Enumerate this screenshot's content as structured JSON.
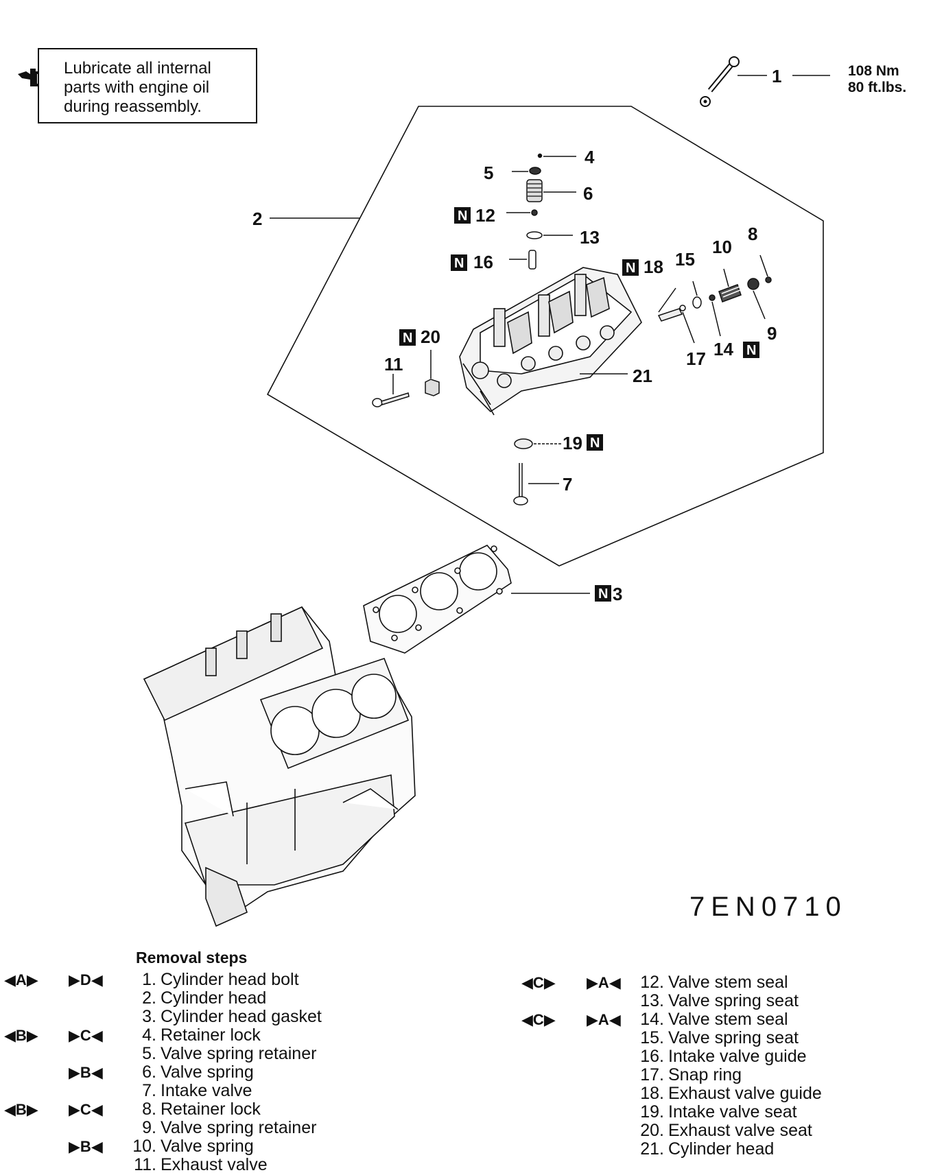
{
  "note": {
    "lines": [
      "Lubricate all internal",
      "parts with engine oil",
      "during reassembly."
    ],
    "icon": "oil-can-icon"
  },
  "torque": {
    "nm": "108 Nm",
    "ftlbs": "80 ft.lbs."
  },
  "reference_code": "7EN0710",
  "callouts": {
    "c1": "1",
    "c2": "2",
    "c3": "3",
    "c4": "4",
    "c5": "5",
    "c6": "6",
    "c7": "7",
    "c8": "8",
    "c9": "9",
    "c10": "10",
    "c11": "11",
    "c12": "12",
    "c13": "13",
    "c14": "14",
    "c15": "15",
    "c16": "16",
    "c17": "17",
    "c18": "18",
    "c19": "19",
    "c20": "20",
    "c21": "21",
    "n_mark": "N"
  },
  "removal": {
    "title": "Removal steps",
    "left": [
      {
        "num": "1.",
        "label": "Cylinder head bolt"
      },
      {
        "num": "2.",
        "label": "Cylinder head"
      },
      {
        "num": "3.",
        "label": "Cylinder head gasket"
      },
      {
        "num": "4.",
        "label": "Retainer lock"
      },
      {
        "num": "5.",
        "label": "Valve spring retainer"
      },
      {
        "num": "6.",
        "label": "Valve spring"
      },
      {
        "num": "7.",
        "label": "Intake valve"
      },
      {
        "num": "8.",
        "label": "Retainer lock"
      },
      {
        "num": "9.",
        "label": "Valve spring retainer"
      },
      {
        "num": "10.",
        "label": "Valve spring"
      },
      {
        "num": "11.",
        "label": "Exhaust valve"
      }
    ],
    "right": [
      {
        "num": "12.",
        "label": "Valve stem seal"
      },
      {
        "num": "13.",
        "label": "Valve spring seat"
      },
      {
        "num": "14.",
        "label": "Valve stem seal"
      },
      {
        "num": "15.",
        "label": "Valve spring seat"
      },
      {
        "num": "16.",
        "label": "Intake valve guide"
      },
      {
        "num": "17.",
        "label": "Snap ring"
      },
      {
        "num": "18.",
        "label": "Exhaust valve guide"
      },
      {
        "num": "19.",
        "label": "Intake valve seat"
      },
      {
        "num": "20.",
        "label": "Exhaust valve seat"
      },
      {
        "num": "21.",
        "label": "Cylinder head"
      }
    ],
    "badges": {
      "A": "A",
      "B": "B",
      "C": "C",
      "D": "D"
    }
  }
}
